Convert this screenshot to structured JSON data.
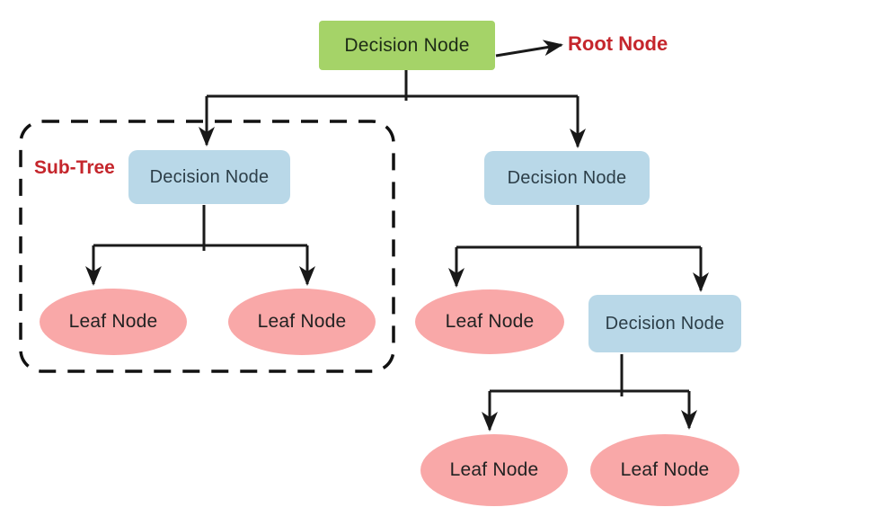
{
  "figure": {
    "type": "decision-tree-diagram",
    "background": "#ffffff",
    "colors": {
      "root_node_fill": "#a5d368",
      "root_node_text": "#1d2b16",
      "decision_node_fill": "#b9d8e8",
      "decision_node_text": "#2c3e48",
      "leaf_node_fill": "#f9a8a8",
      "leaf_node_text": "#222222",
      "annotation_text": "#c5262c",
      "line_color": "#1a1a1a"
    },
    "annotations": {
      "root_pointer_label": "Root Node",
      "subtree_label": "Sub-Tree"
    },
    "nodes": {
      "root": {
        "label": "Decision Node",
        "kind": "root"
      },
      "subtree_decision": {
        "label": "Decision Node",
        "kind": "decision"
      },
      "right_decision": {
        "label": "Decision Node",
        "kind": "decision"
      },
      "subtree_leaf_1": {
        "label": "Leaf Node",
        "kind": "leaf"
      },
      "subtree_leaf_2": {
        "label": "Leaf Node",
        "kind": "leaf"
      },
      "mid_leaf": {
        "label": "Leaf Node",
        "kind": "leaf"
      },
      "lower_decision": {
        "label": "Decision Node",
        "kind": "decision"
      },
      "bottom_leaf_1": {
        "label": "Leaf Node",
        "kind": "leaf"
      },
      "bottom_leaf_2": {
        "label": "Leaf Node",
        "kind": "leaf"
      }
    },
    "edges": [
      {
        "from": "root",
        "to": "root_pointer_label",
        "style": "arrow-right"
      },
      {
        "from": "root",
        "to": "subtree_decision"
      },
      {
        "from": "root",
        "to": "right_decision"
      },
      {
        "from": "subtree_decision",
        "to": "subtree_leaf_1"
      },
      {
        "from": "subtree_decision",
        "to": "subtree_leaf_2"
      },
      {
        "from": "right_decision",
        "to": "mid_leaf"
      },
      {
        "from": "right_decision",
        "to": "lower_decision"
      },
      {
        "from": "lower_decision",
        "to": "bottom_leaf_1"
      },
      {
        "from": "lower_decision",
        "to": "bottom_leaf_2"
      }
    ]
  }
}
